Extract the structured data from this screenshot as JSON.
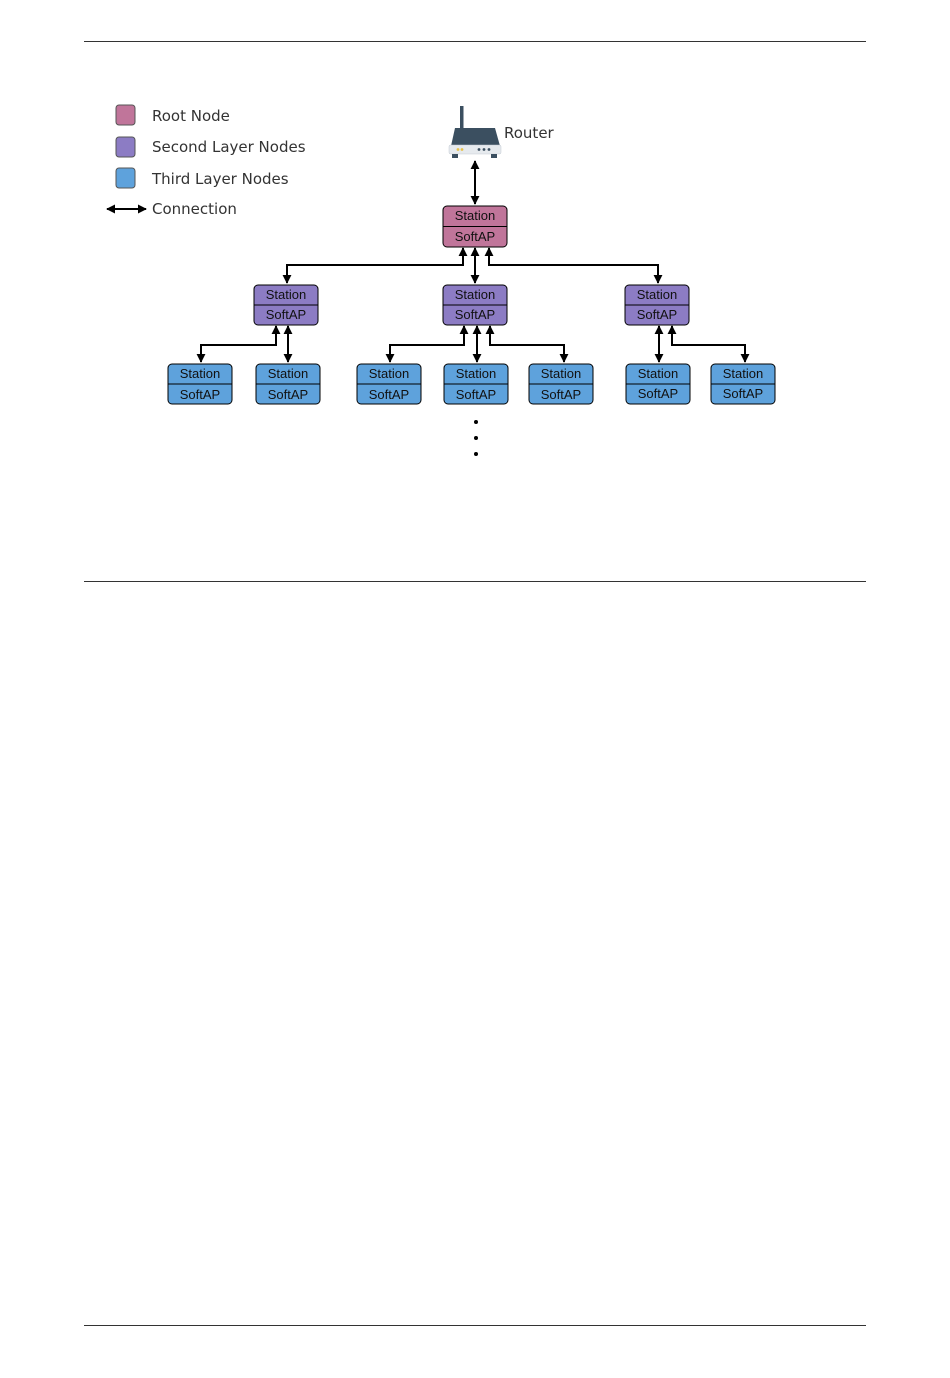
{
  "legend": {
    "root": "Root Node",
    "second": "Second Layer Nodes",
    "third": "Third Layer Nodes",
    "connection": "Connection"
  },
  "router": {
    "label": "Router"
  },
  "node_labels": {
    "top": "Station",
    "bottom": "SoftAP"
  },
  "colors": {
    "root": "#c0759a",
    "second": "#8c7cc4",
    "third": "#5ea2dc",
    "line": "#000000",
    "router_body": "#3b4f60",
    "router_base": "#e6eaee"
  },
  "continuation_marker": "⋮"
}
